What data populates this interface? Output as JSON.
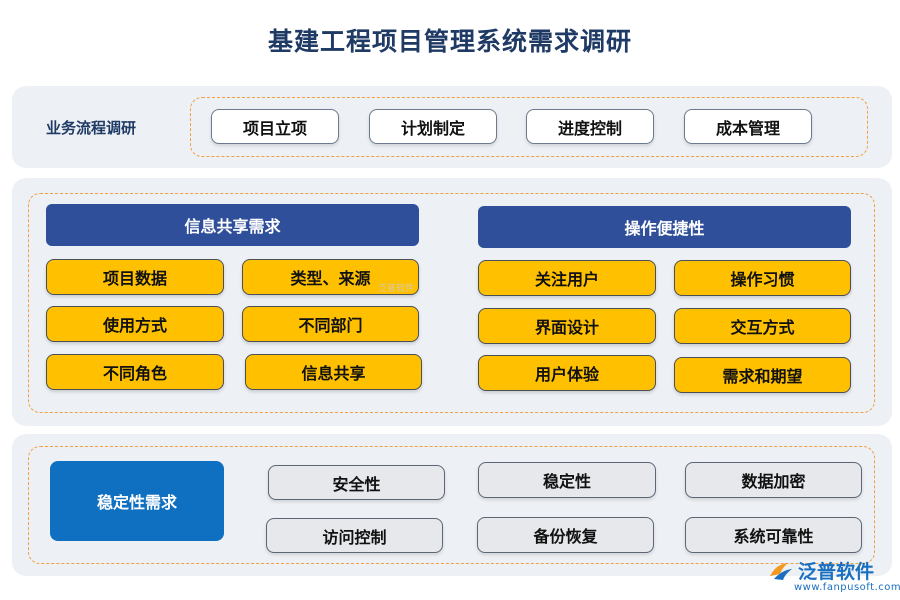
{
  "title": "基建工程项目管理系统需求调研",
  "business": {
    "label": "业务流程调研",
    "items": [
      "项目立项",
      "计划制定",
      "进度控制",
      "成本管理"
    ]
  },
  "info_share": {
    "header": "信息共享需求",
    "items": [
      "项目数据",
      "类型、来源",
      "使用方式",
      "不同部门",
      "不同角色",
      "信息共享"
    ]
  },
  "ease": {
    "header": "操作便捷性",
    "items": [
      "关注用户",
      "操作习惯",
      "界面设计",
      "交互方式",
      "用户体验",
      "需求和期望"
    ]
  },
  "stability": {
    "header": "稳定性需求",
    "items": [
      "安全性",
      "稳定性",
      "数据加密",
      "访问控制",
      "备份恢复",
      "系统可靠性"
    ]
  },
  "watermark": {
    "center_text": "泛普软件",
    "logo_text": "泛普软件",
    "logo_url": "www.fanpusoft.com"
  },
  "colors": {
    "yellow": "#ffc000",
    "header_blue": "#2f4f9a",
    "stability_blue": "#0f6fc0",
    "dash_orange": "#f0a040",
    "panel_bg": "#edf0f4"
  }
}
